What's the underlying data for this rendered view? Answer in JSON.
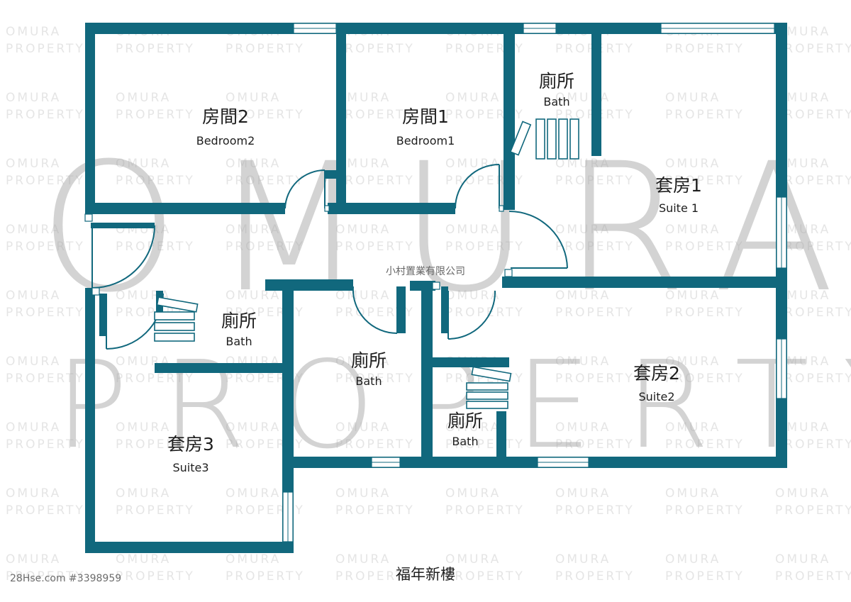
{
  "watermark": {
    "line1": "OMURA",
    "line2": "PROPERTY",
    "tile_line1": "OMURA",
    "tile_line2": "PROPERTY"
  },
  "company_name": "小村置業有限公司",
  "estate_name": "福年新樓",
  "listing_ref": "28Hse.com #3398959",
  "colors": {
    "wall": "#11687d",
    "watermark": "#a8a8a8",
    "text": "#1e1e1e"
  },
  "rooms": {
    "bedroom2": {
      "zh": "房間2",
      "en": "Bedroom2"
    },
    "bedroom1": {
      "zh": "房間1",
      "en": "Bedroom1"
    },
    "bath_top": {
      "zh": "廁所",
      "en": "Bath"
    },
    "suite1": {
      "zh": "套房1",
      "en": "Suite 1"
    },
    "bath_left": {
      "zh": "廁所",
      "en": "Bath"
    },
    "bath_center": {
      "zh": "廁所",
      "en": "Bath"
    },
    "bath_small": {
      "zh": "廁所",
      "en": "Bath"
    },
    "suite2": {
      "zh": "套房2",
      "en": "Suite2"
    },
    "suite3": {
      "zh": "套房3",
      "en": "Suite3"
    }
  }
}
